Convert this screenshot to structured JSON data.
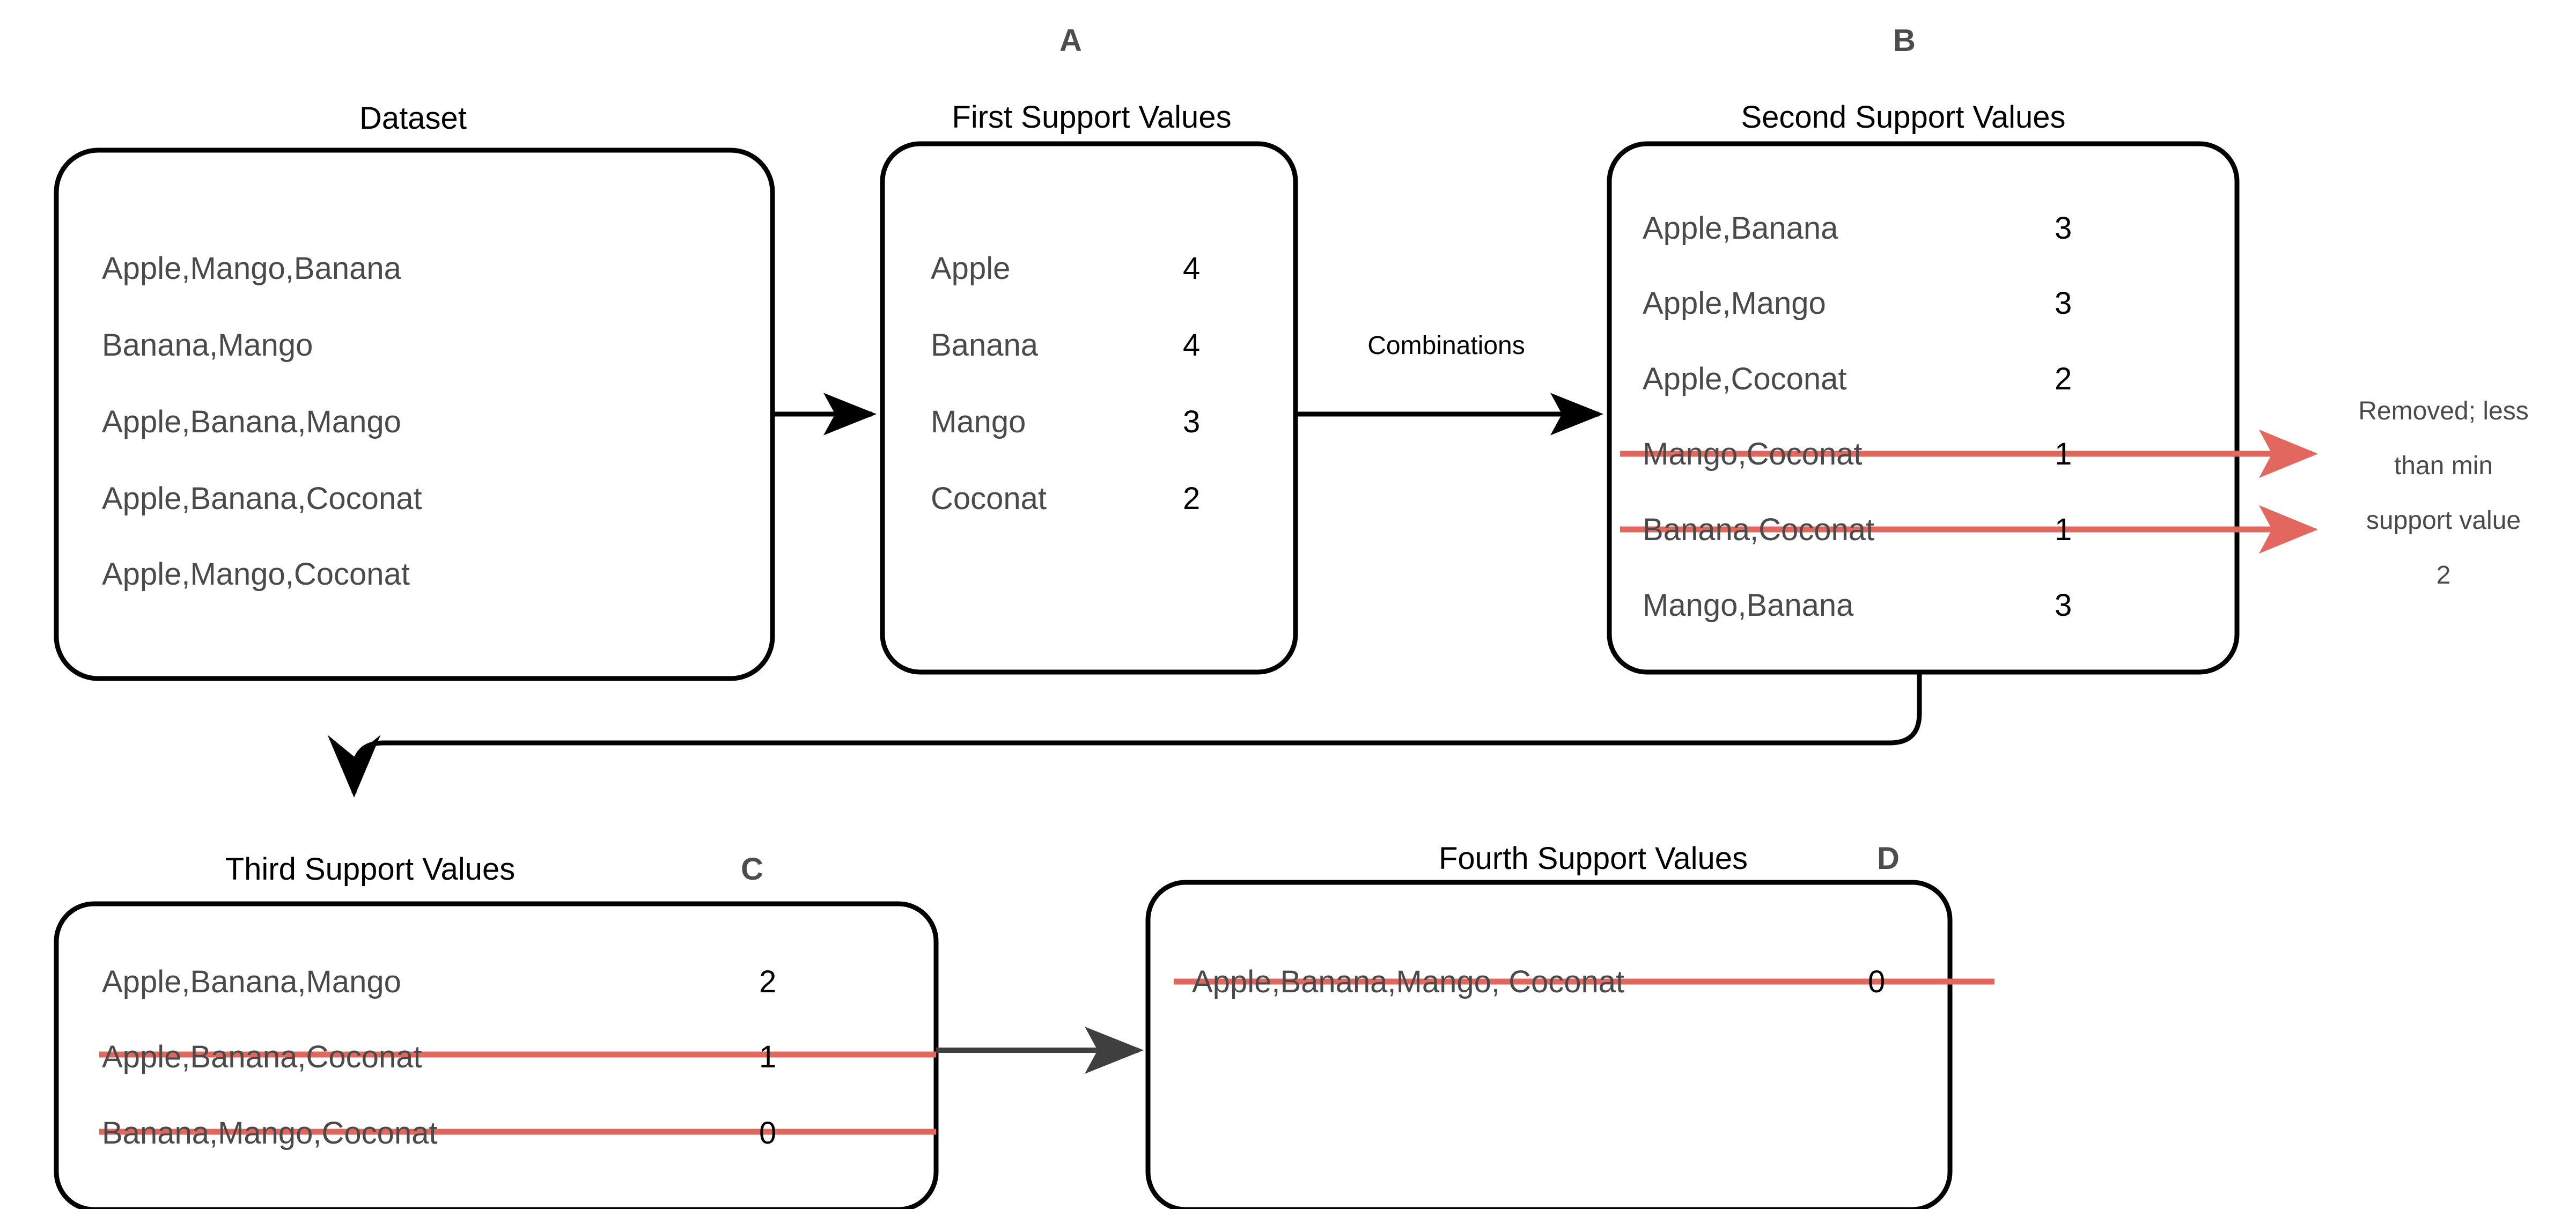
{
  "diagram": {
    "title_dataset": "Dataset",
    "boxes": [
      {
        "id": "dataset",
        "title": "Dataset",
        "letter": "",
        "items": [
          {
            "label": "Apple,Mango,Banana",
            "value": "",
            "struck": false
          },
          {
            "label": "Banana,Mango",
            "value": "",
            "struck": false
          },
          {
            "label": "Apple,Banana,Mango",
            "value": "",
            "struck": false
          },
          {
            "label": "Apple,Banana,Coconat",
            "value": "",
            "struck": false
          },
          {
            "label": "Apple,Mango,Coconat",
            "value": "",
            "struck": false
          }
        ]
      },
      {
        "id": "first-support-values",
        "title": "First Support Values",
        "letter": "A",
        "items": [
          {
            "label": "Apple",
            "value": "4",
            "struck": false
          },
          {
            "label": "Banana",
            "value": "4",
            "struck": false
          },
          {
            "label": "Mango",
            "value": "3",
            "struck": false
          },
          {
            "label": "Coconat",
            "value": "2",
            "struck": false
          }
        ]
      },
      {
        "id": "second-support-values",
        "title": "Second Support Values",
        "letter": "B",
        "items": [
          {
            "label": "Apple,Banana",
            "value": "3",
            "struck": false
          },
          {
            "label": "Apple,Mango",
            "value": "3",
            "struck": false
          },
          {
            "label": "Apple,Coconat",
            "value": "2",
            "struck": false
          },
          {
            "label": "Mango,Coconat",
            "value": "1",
            "struck": true
          },
          {
            "label": "Banana,Coconat",
            "value": "1",
            "struck": true
          },
          {
            "label": "Mango,Banana",
            "value": "3",
            "struck": false
          }
        ]
      },
      {
        "id": "third-support-values",
        "title": "Third Support Values",
        "letter": "C",
        "items": [
          {
            "label": "Apple,Banana,Mango",
            "value": "2",
            "struck": false
          },
          {
            "label": "Apple,Banana,Coconat",
            "value": "1",
            "struck": true
          },
          {
            "label": "Banana,Mango,Coconat",
            "value": "0",
            "struck": true
          }
        ]
      },
      {
        "id": "fourth-support-values",
        "title": "Fourth Support Values",
        "letter": "D",
        "items": [
          {
            "label": "Apple,Banana,Mango, Coconat",
            "value": "0",
            "struck": true
          }
        ]
      }
    ],
    "edges": {
      "combinations_label": "Combinations"
    },
    "annotations": {
      "removed_note_line1": "Removed; less",
      "removed_note_line2": "than min",
      "removed_note_line3": "support value",
      "removed_note_line4": "2"
    },
    "colors": {
      "removed_red": "#e2685f",
      "box_border": "#000000",
      "item_text": "#4a4a4a",
      "letter_gray": "#4d4d4d",
      "arrow_dark": "#3f3f3f"
    }
  }
}
